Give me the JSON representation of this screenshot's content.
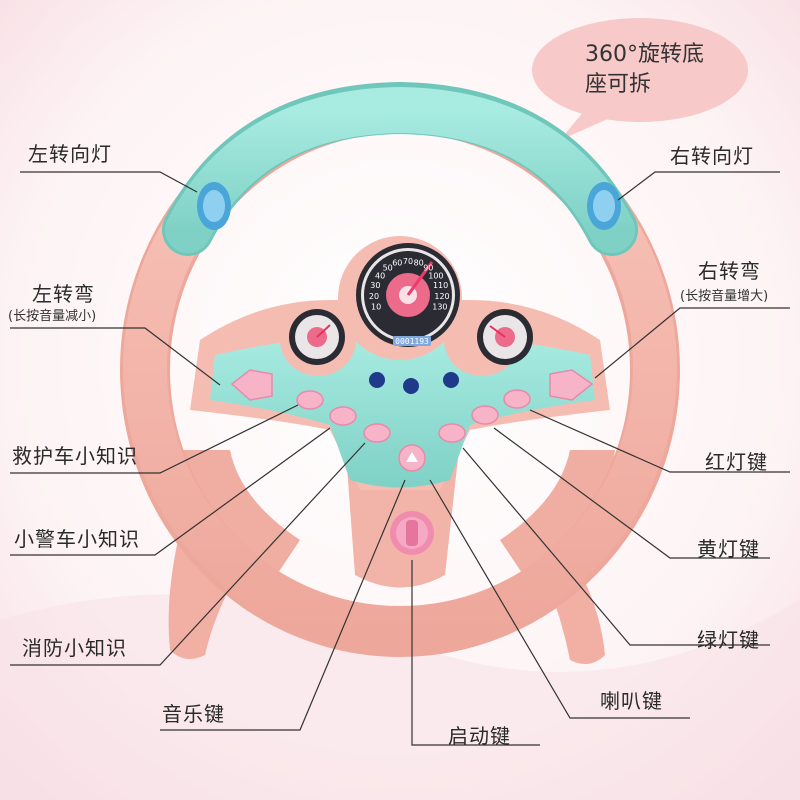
{
  "bubble": {
    "line1": "360°旋转底",
    "line2": "座可拆"
  },
  "labels": {
    "left_turn_light": "左转向灯",
    "right_turn_light": "右转向灯",
    "left_turn": "左转弯",
    "left_turn_note": "(长按音量减小)",
    "right_turn": "右转弯",
    "right_turn_note": "(长按音量增大)",
    "ambulance": "救护车小知识",
    "police": "小警车小知识",
    "fire": "消防小知识",
    "music": "音乐键",
    "start": "启动键",
    "horn": "喇叭键",
    "green": "绿灯键",
    "yellow": "黄灯键",
    "red": "红灯键"
  },
  "gauge": {
    "ticks": [
      "10",
      "20",
      "30",
      "40",
      "50",
      "60",
      "70",
      "80",
      "90",
      "100",
      "110",
      "120",
      "130"
    ],
    "odometer": "0001193"
  },
  "colors": {
    "wheel_pink": "#f5b8ae",
    "wheel_teal": "#8fdcd2",
    "button_pink": "#f7b4c8",
    "dial_dark": "#2b2b34",
    "background": "#fbeef0"
  }
}
